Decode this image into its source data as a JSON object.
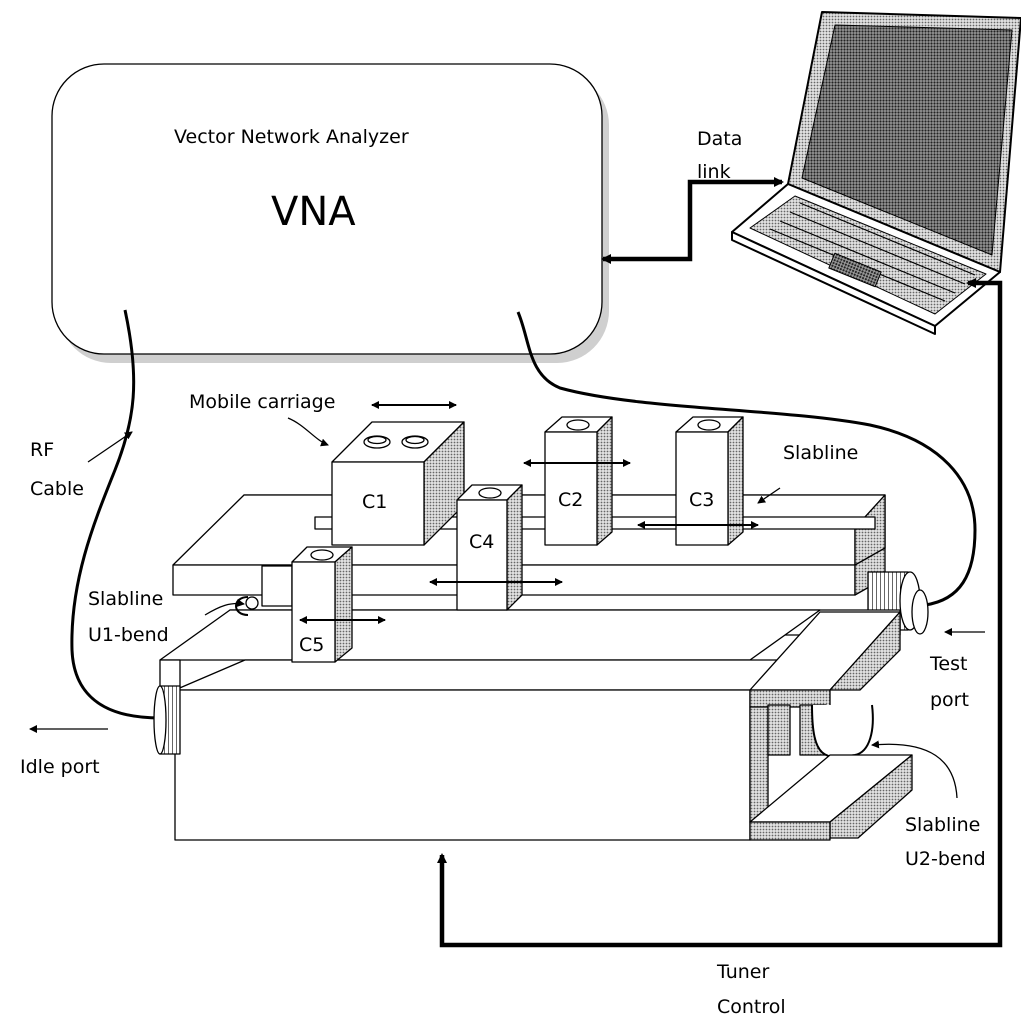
{
  "vna": {
    "title": "Vector Network Analyzer",
    "abbr": "VNA"
  },
  "labels": {
    "data_link_1": "Data",
    "data_link_2": "link",
    "mobile_carriage": "Mobile carriage",
    "rf_1": "RF",
    "rf_2": "Cable",
    "slabline_top": "Slabline",
    "slabline_u1_1": "Slabline",
    "slabline_u1_2": "U1-bend",
    "test_port_1": "Test",
    "test_port_2": "port",
    "idle_port": "Idle port",
    "slabline_u2_1": "Slabline",
    "slabline_u2_2": "U2-bend",
    "tuner_control_1": "Tuner",
    "tuner_control_2": "Control"
  },
  "carriages": {
    "c1": "C1",
    "c2": "C2",
    "c3": "C3",
    "c4": "C4",
    "c5": "C5"
  },
  "colors": {
    "line": "#000000",
    "shade": "#bdbdbd",
    "screen": "#7a7a7a"
  }
}
